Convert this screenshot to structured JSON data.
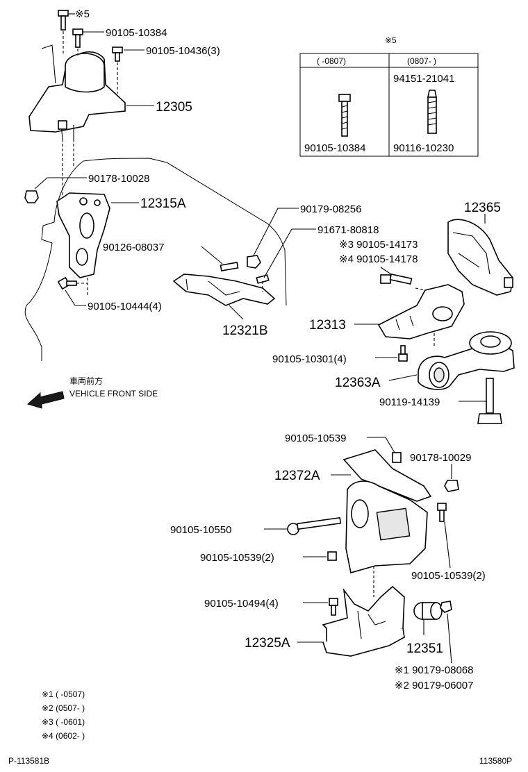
{
  "labels": {
    "note5_top": "※5",
    "p90105_10384": "90105-10384",
    "p90105_10436": "90105-10436(3)",
    "p12305": "12305",
    "p90178_10028": "90178-10028",
    "p12315A": "12315A",
    "p90179_08256": "90179-08256",
    "p91671_80818": "91671-80818",
    "p90105_14173": "※3 90105-14173",
    "p90105_14178": "※4 90105-14178",
    "p12365": "12365",
    "p90126_08037": "90126-08037",
    "p90105_10444": "90105-10444(4)",
    "p12321B": "12321B",
    "p12313": "12313",
    "p90105_10301": "90105-10301(4)",
    "p12363A": "12363A",
    "p90119_14139": "90119-14139",
    "front_jp": "車両前方",
    "front_en": "VEHICLE FRONT SIDE",
    "p90105_10539_top": "90105-10539",
    "p90178_10029": "90178-10029",
    "p12372A": "12372A",
    "p90105_10550": "90105-10550",
    "p90105_10539_2_left": "90105-10539(2)",
    "p90105_10539_2_right": "90105-10539(2)",
    "p90105_10494": "90105-10494(4)",
    "p12325A": "12325A",
    "p12351": "12351",
    "p90179_08068": "※1 90179-08068",
    "p90179_06007": "※2 90179-06007",
    "fig_left": "P-113581B",
    "fig_right": "113580P"
  },
  "table": {
    "mark": "※5",
    "col1_header": "(      -0807)",
    "col2_header": "(0807-      )",
    "col2_top": "94151-21041",
    "col1_bottom": "90105-10384",
    "col2_bottom": "90116-10230"
  },
  "legend": [
    "※1 (      -0507)",
    "※2 (0507-      )",
    "※3 (      -0601)",
    "※4 (0602-      )"
  ]
}
